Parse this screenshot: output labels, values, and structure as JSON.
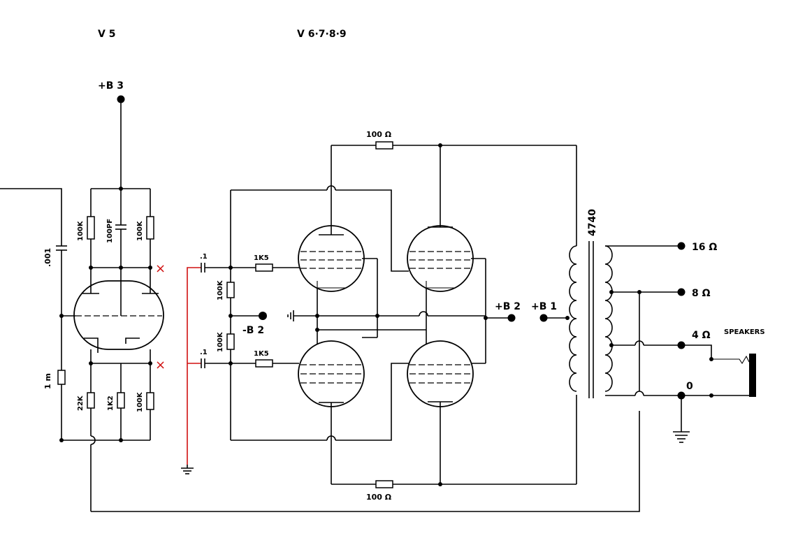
{
  "titles": {
    "v5": "V 5",
    "v6789": "V 6·7·8·9"
  },
  "rails": {
    "b3": "+B 3",
    "b2": "+B 2",
    "b1": "+B 1",
    "neg_b2": "-B 2"
  },
  "components": {
    "c_001": ".001",
    "r_v5_left": "100K",
    "c_100pf": "100PF",
    "r_v5_right": "100K",
    "r_1m": "1 m",
    "r_22k": "22K",
    "r_1k": "1K2",
    "r_100k_bottom": "100K",
    "c_top": ".1",
    "c_bot": ".1",
    "r_grid_top": "100K",
    "r_grid_bot": "100K",
    "r_1k5_top": "1K5",
    "r_1k5_bot": "1K5",
    "r_100ohm_top": "100 Ω",
    "r_100ohm_bot": "100 Ω",
    "transformer": "4740"
  },
  "outputs": {
    "o16": "16 Ω",
    "o8": "8 Ω",
    "o4": "4 Ω",
    "o0": "0"
  },
  "speakers": "SPEAKERS",
  "marks": {
    "x1": "×",
    "x2": "×"
  },
  "colors": {
    "wire": "#000000",
    "modification": "#d01010"
  }
}
